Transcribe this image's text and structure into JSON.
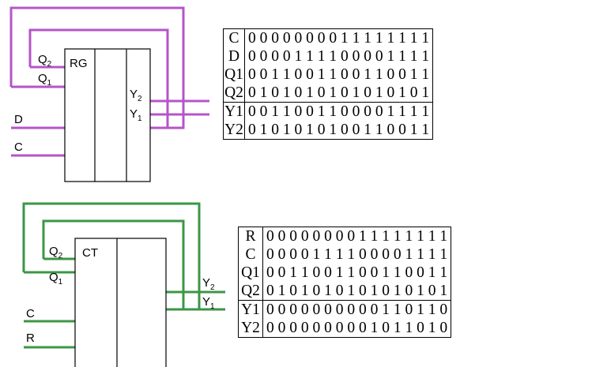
{
  "colors": {
    "rg_wire": "#b455c8",
    "ct_wire": "#3c9645",
    "block": "#000000"
  },
  "register": {
    "block_label": "RG",
    "inputs": [
      {
        "name": "Q2",
        "base": "Q",
        "sub": "2"
      },
      {
        "name": "Q1",
        "base": "Q",
        "sub": "1"
      },
      {
        "name": "D",
        "base": "D",
        "sub": ""
      },
      {
        "name": "C",
        "base": "C",
        "sub": ""
      }
    ],
    "outputs": [
      {
        "name": "Y2",
        "base": "Y",
        "sub": "2"
      },
      {
        "name": "Y1",
        "base": "Y",
        "sub": "1"
      }
    ],
    "table": [
      {
        "label": "C",
        "bits": "0 0 0 0 0 0 0 0 1 1 1 1 1 1 1 1"
      },
      {
        "label": "D",
        "bits": "0 0 0 0 1 1 1 1 0 0 0 0 1 1 1 1"
      },
      {
        "label": "Q1",
        "bits": "0 0 1 1 0 0 1 1 0 0 1 1 0 0 1 1"
      },
      {
        "label": "Q2",
        "bits": "0 1 0 1 0 1 0 1 0 1 0 1 0 1 0 1"
      },
      {
        "label": "Y1",
        "bits": "0 0 1 1 0 0 1 1 0 0 0 0 1 1 1 1"
      },
      {
        "label": "Y2",
        "bits": "0 1 0 1 0 1 0 1 0 0 1 1 0 0 1 1"
      }
    ]
  },
  "counter": {
    "block_label": "CT",
    "inputs": [
      {
        "name": "Q2",
        "base": "Q",
        "sub": "2"
      },
      {
        "name": "Q1",
        "base": "Q",
        "sub": "1"
      },
      {
        "name": "C",
        "base": "C",
        "sub": ""
      },
      {
        "name": "R",
        "base": "R",
        "sub": ""
      }
    ],
    "outputs": [
      {
        "name": "Y2",
        "base": "Y",
        "sub": "2"
      },
      {
        "name": "Y1",
        "base": "Y",
        "sub": "1"
      }
    ],
    "table": [
      {
        "label": "R",
        "bits": "0 0 0 0 0 0 0 0 1 1 1 1 1 1 1 1"
      },
      {
        "label": "C",
        "bits": "0 0 0 0 1 1 1 1 0 0 0 0 1 1 1 1"
      },
      {
        "label": "Q1",
        "bits": "0 0 1 1 0 0 1 1 0 0 1 1 0 0 1 1"
      },
      {
        "label": "Q2",
        "bits": "0 1 0 1 0 1 0 1 0 1 0 1 0 1 0 1"
      },
      {
        "label": "Y1",
        "bits": "0 0 0 0 0 0 0 0 0 0 1 1 0 1 1 0"
      },
      {
        "label": "Y2",
        "bits": "0 0 0 0 0 0 0 0 0 1 0 1 1 0 1 0"
      }
    ]
  }
}
